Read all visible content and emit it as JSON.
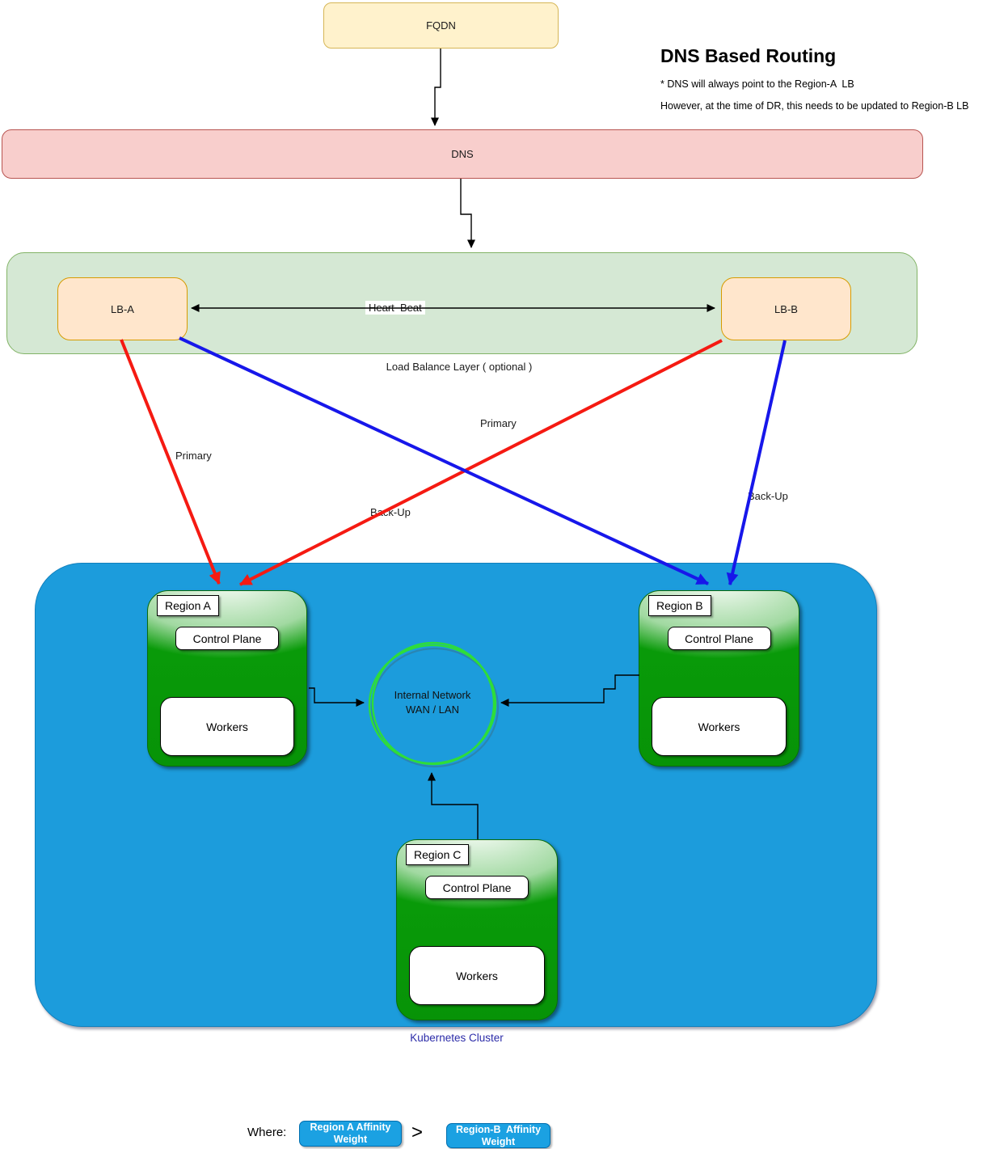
{
  "title": {
    "heading": "DNS Based Routing",
    "note1": "* DNS will always point to the Region-A  LB",
    "note2": "However, at the time of DR, this needs to be updated to Region-B LB"
  },
  "nodes": {
    "fqdn": "FQDN",
    "dns": "DNS",
    "lb_a": "LB-A",
    "lb_b": "LB-B"
  },
  "lb_layer": {
    "caption": "Load Balance Layer ( optional )",
    "heartbeat_label": "Heart  Beat"
  },
  "edge_labels": {
    "primary_left": "Primary",
    "primary_mid": "Primary",
    "backup_mid": "Back-Up",
    "backup_right": "Back-Up"
  },
  "cluster": {
    "caption": "Kubernetes Cluster",
    "network": {
      "line1": "Internal Network",
      "line2": "WAN / LAN"
    },
    "regions": [
      {
        "name": "Region A",
        "control_plane": "Control Plane",
        "workers": "Workers"
      },
      {
        "name": "Region B",
        "control_plane": "Control Plane",
        "workers": "Workers"
      },
      {
        "name": "Region C",
        "control_plane": "Control Plane",
        "workers": "Workers"
      }
    ]
  },
  "legend": {
    "where_label": "Where:",
    "left_box": "Region A Affinity Weight",
    "operator": ">",
    "right_box": "Region-B  Affinity Weight"
  },
  "colors": {
    "fqdn_fill": "#FFF2CC",
    "fqdn_border": "#D6B656",
    "dns_fill": "#F8CECC",
    "dns_border": "#B85450",
    "lb_layer_fill": "#D5E8D4",
    "lb_layer_border": "#82B366",
    "lb_node_fill": "#FFE6CC",
    "lb_node_border": "#D79B00",
    "cluster_fill": "#1C9CDC",
    "region_green": "#0A9E0A",
    "primary_arrow": "#F51A12",
    "backup_arrow": "#1717EA",
    "network_circle": "#2EDD3A",
    "cluster_caption_text": "#2B2BA8",
    "legend_chip_fill": "#1BA1E2",
    "legend_chip_border": "#006EAF"
  }
}
